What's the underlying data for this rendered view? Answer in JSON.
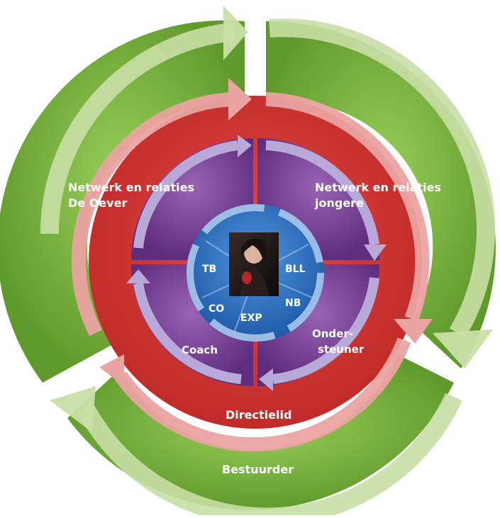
{
  "diagram": {
    "outer_ring": {
      "label": "Bestuurder",
      "color": "#77a83c"
    },
    "second_ring": {
      "label": "Directielid",
      "color": "#cf3633"
    },
    "quadrants": {
      "top_left": "Netwerk en relaties\nDe Oever",
      "top_right": "Netwerk en relaties\njongere",
      "bottom_left": "Coach",
      "bottom_right": "Onder-\nsteuner",
      "color": "#7a3f95"
    },
    "inner_circle": {
      "color": "#2f72c3",
      "segments": [
        "TB",
        "BLL",
        "NB",
        "EXP",
        "CO"
      ]
    },
    "center_photo": {
      "icon": "portrait-photo-icon"
    }
  }
}
